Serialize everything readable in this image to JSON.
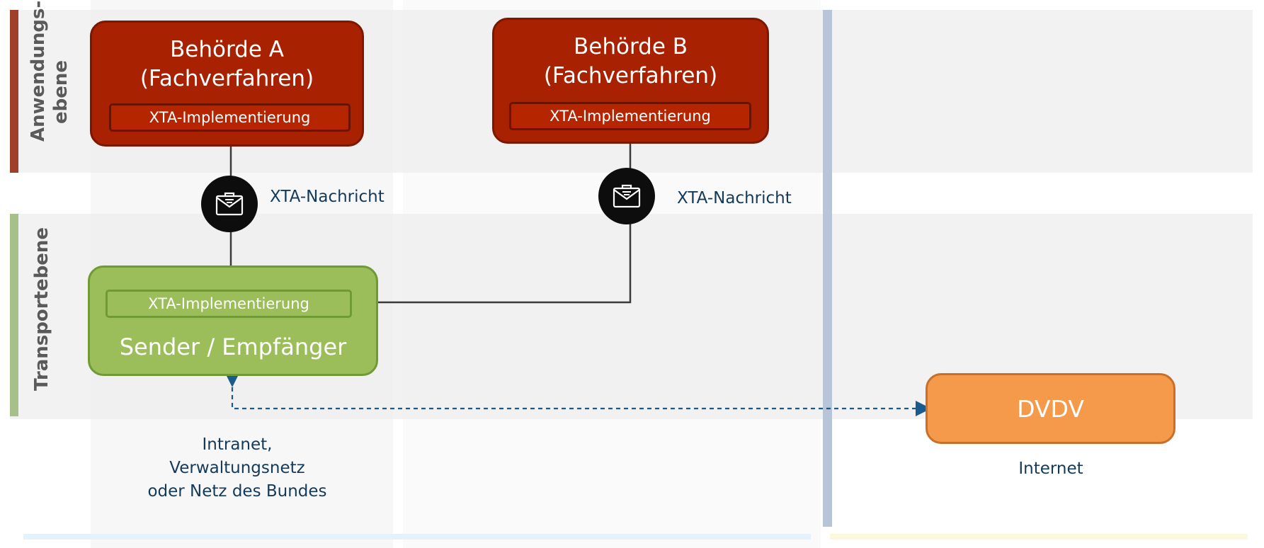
{
  "lanes": {
    "application": "Anwendungs-\nebene",
    "transport": "Transportebene"
  },
  "boxes": {
    "authority_a": {
      "title_line1": "Behörde A",
      "title_line2": "(Fachverfahren)",
      "implementation": "XTA-Implementierung"
    },
    "authority_b": {
      "title_line1": "Behörde B",
      "title_line2": "(Fachverfahren)",
      "implementation": "XTA-Implementierung"
    },
    "sender_receiver": {
      "implementation": "XTA-Implementierung",
      "title": "Sender / Empfänger"
    },
    "dvdv": {
      "title": "DVDV"
    }
  },
  "messages": {
    "left": {
      "label": "XTA-Nachricht",
      "icon": "message-envelope-icon"
    },
    "right": {
      "label": "XTA-Nachricht",
      "icon": "message-envelope-icon"
    }
  },
  "zones": {
    "intranet": [
      "Intranet,",
      "Verwaltungsnetz",
      "oder Netz des Bundes"
    ],
    "internet": "Internet"
  },
  "colors": {
    "application_lane": "#a0402a",
    "transport_lane": "#a7c08a",
    "authority_fill": "#a82100",
    "transport_fill": "#9bbd5a",
    "dvdv_fill": "#f59a4a",
    "separator": "#b8c4d8",
    "dashed_link": "#1b5b8c"
  }
}
